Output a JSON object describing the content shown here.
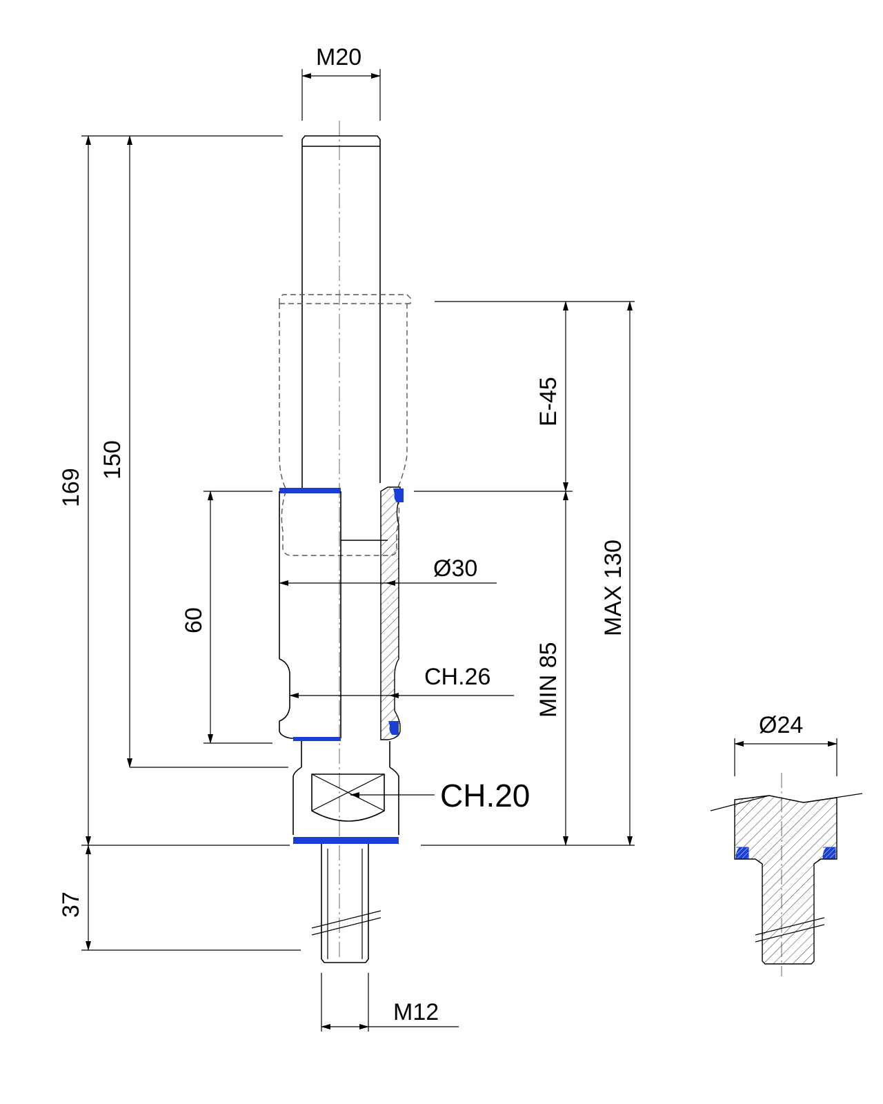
{
  "colors": {
    "line": "#000000",
    "seal": "#1a3fd6",
    "hatch": "#000000"
  },
  "dimensions": {
    "m20": "M20",
    "m12": "M12",
    "overall_169": "169",
    "rod_150": "150",
    "body_60": "60",
    "stroke_e45": "E-45",
    "min_85": "MIN 85",
    "max_130": "MAX 130",
    "dia_30": "Ø30",
    "ch26": "CH.26",
    "ch20": "CH.20",
    "thread_37": "37",
    "detail_dia24": "Ø24"
  }
}
